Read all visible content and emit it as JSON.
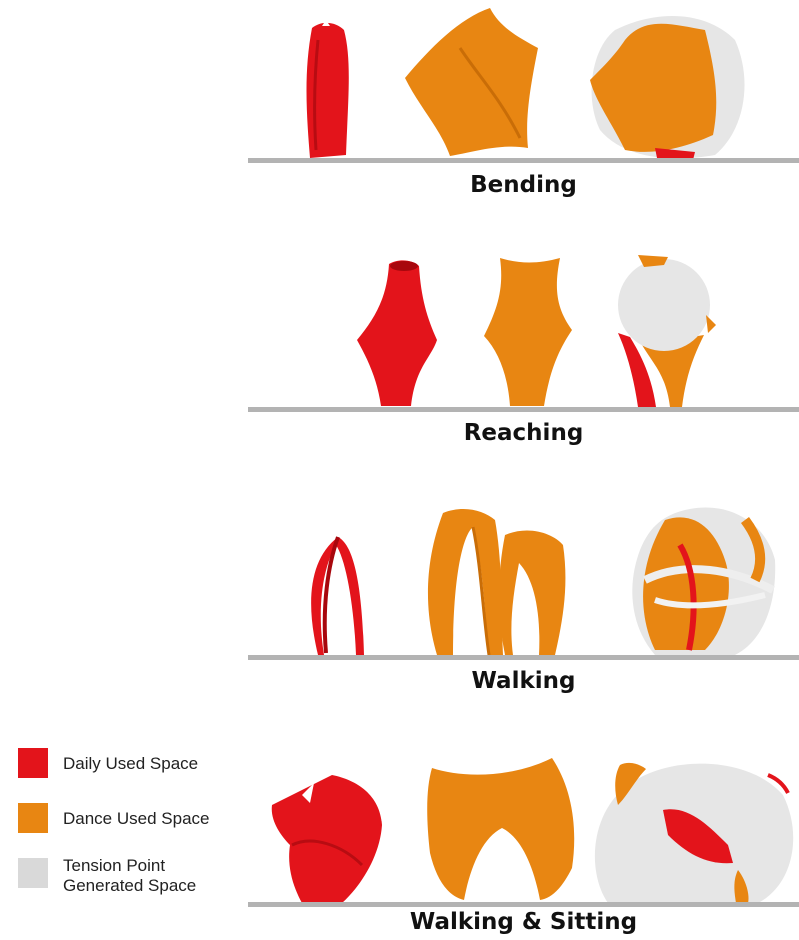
{
  "rows": [
    {
      "label": "Bending"
    },
    {
      "label": "Reaching"
    },
    {
      "label": "Walking"
    },
    {
      "label": "Walking & Sitting"
    }
  ],
  "legend": [
    {
      "label": "Daily Used Space",
      "color": "#e3141b"
    },
    {
      "label": "Dance Used Space",
      "color": "#e88612"
    },
    {
      "label": "Tension Point Generated Space",
      "color": "#d9d9d9"
    }
  ],
  "colors": {
    "daily": "#e3141b",
    "dance": "#e88612",
    "tension": "#e6e6e6",
    "ground": "#b3b3b3"
  }
}
